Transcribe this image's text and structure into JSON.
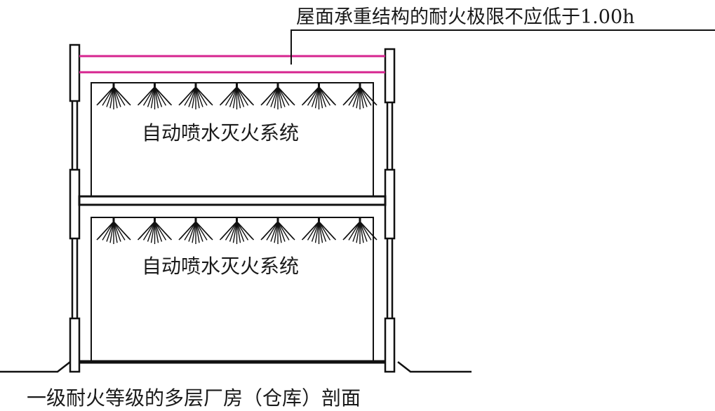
{
  "roof_note": "屋面承重结构的耐火极限不应低于1.00h",
  "sprinkler_upper": "自动喷水灭火系统",
  "sprinkler_lower": "自动喷水灭火系统",
  "caption": "一级耐火等级的多层厂房（仓库）剖面",
  "colors": {
    "line": "#111111",
    "roof_highlight": "#d6248f"
  },
  "icons": [
    "sprinkler-head-icon"
  ],
  "sprinklers_per_floor": 7
}
